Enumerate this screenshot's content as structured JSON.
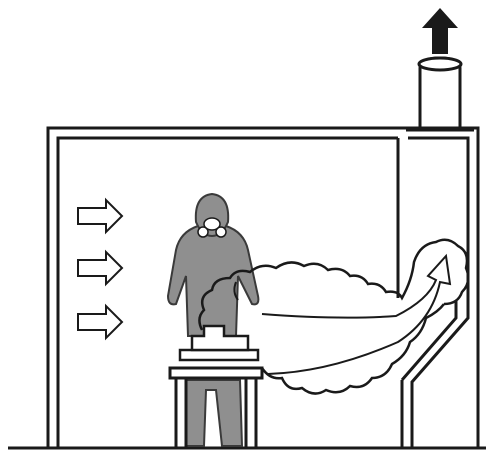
{
  "diagram": {
    "kind": "spray-booth-ventilation",
    "text_labels": [],
    "colors": {
      "outline": "#1a1a1a",
      "figure_fill": "#8f8f8f",
      "figure_outline": "#3a3a3a",
      "exhaust_arrow": "#1a1a1a",
      "background": "#ffffff"
    },
    "icons": {
      "intake_arrows": [
        "arrow-right-icon",
        "arrow-right-icon",
        "arrow-right-icon"
      ],
      "exhaust": "arrow-up-icon",
      "worker": "worker-with-respirator",
      "fumes": "fume-cloud",
      "airflow": "curved-flow-arrow"
    }
  }
}
